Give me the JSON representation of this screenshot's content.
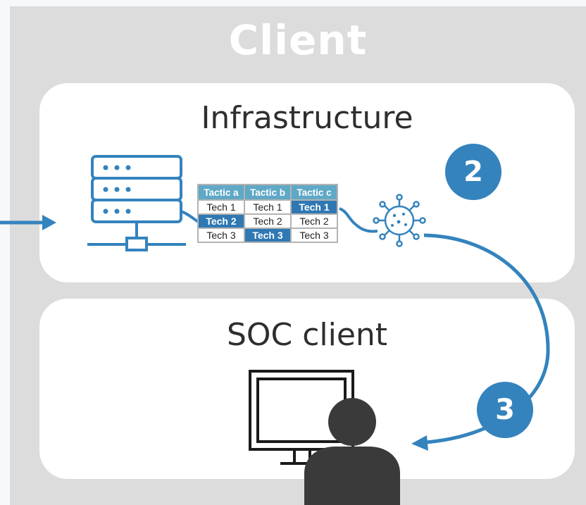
{
  "client": {
    "title": "Client"
  },
  "infrastructure": {
    "title": "Infrastructure"
  },
  "soc": {
    "title": "SOC client"
  },
  "badges": {
    "step2": "2",
    "step3": "3"
  },
  "table": {
    "headers": [
      "Tactic a",
      "Tactic b",
      "Tactic c"
    ],
    "rows": [
      [
        "Tech 1",
        "Tech 1",
        "Tech 1"
      ],
      [
        "Tech 2",
        "Tech 2",
        "Tech 2"
      ],
      [
        "Tech 3",
        "Tech 3",
        "Tech 3"
      ]
    ]
  },
  "colors": {
    "accent": "#3483bd",
    "panel": "#dcdcdc",
    "header": "#5fa8c6",
    "highlight": "#2f78b3"
  },
  "icons": [
    "server-icon",
    "network-icon",
    "virus-icon",
    "monitor-icon",
    "person-icon",
    "arrow-icon"
  ]
}
